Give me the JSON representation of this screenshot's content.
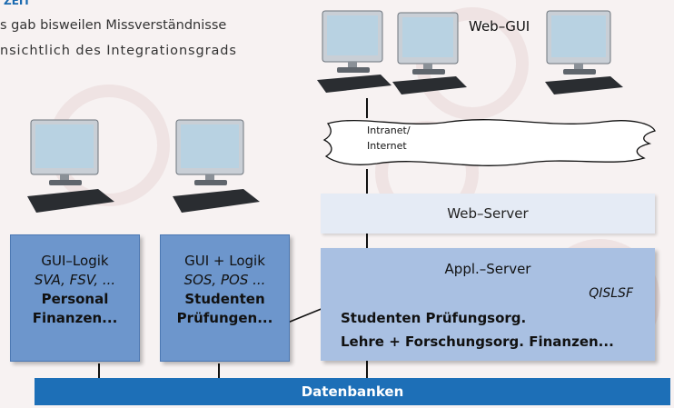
{
  "intro": {
    "heading_fragment": "ZEIT",
    "line1": "s gab bisweilen Missverständnisse",
    "line2": "nsichtlich des Integrationsgrads"
  },
  "web_gui_label": "Web–GUI",
  "cloud": {
    "line1": "Intranet/",
    "line2": "Internet"
  },
  "web_server": {
    "label": "Web–Server"
  },
  "appl_server": {
    "title": "Appl.–Server",
    "product": "QISLSF",
    "line1": "Studenten Prüfungsorg.",
    "line2": "Lehre + Forschungsorg. Finanzen..."
  },
  "left_box1": {
    "line1": "GUI–Logik",
    "line2": "SVA, FSV, ...",
    "line3": "Personal",
    "line4": "Finanzen..."
  },
  "left_box2": {
    "line1": "GUI + Logik",
    "line2": "SOS, POS ...",
    "line3": "Studenten",
    "line4": "Prüfungen..."
  },
  "database": {
    "label": "Datenbanken"
  },
  "colors": {
    "database_bar": "#1d6fb7",
    "client_box": "#6d96cc",
    "appl_server": "#a9c0e2",
    "web_server": "#e5ebf5",
    "heading": "#1a6ab0"
  },
  "icons": [
    "desktop-computer-icon",
    "cloud-icon"
  ]
}
